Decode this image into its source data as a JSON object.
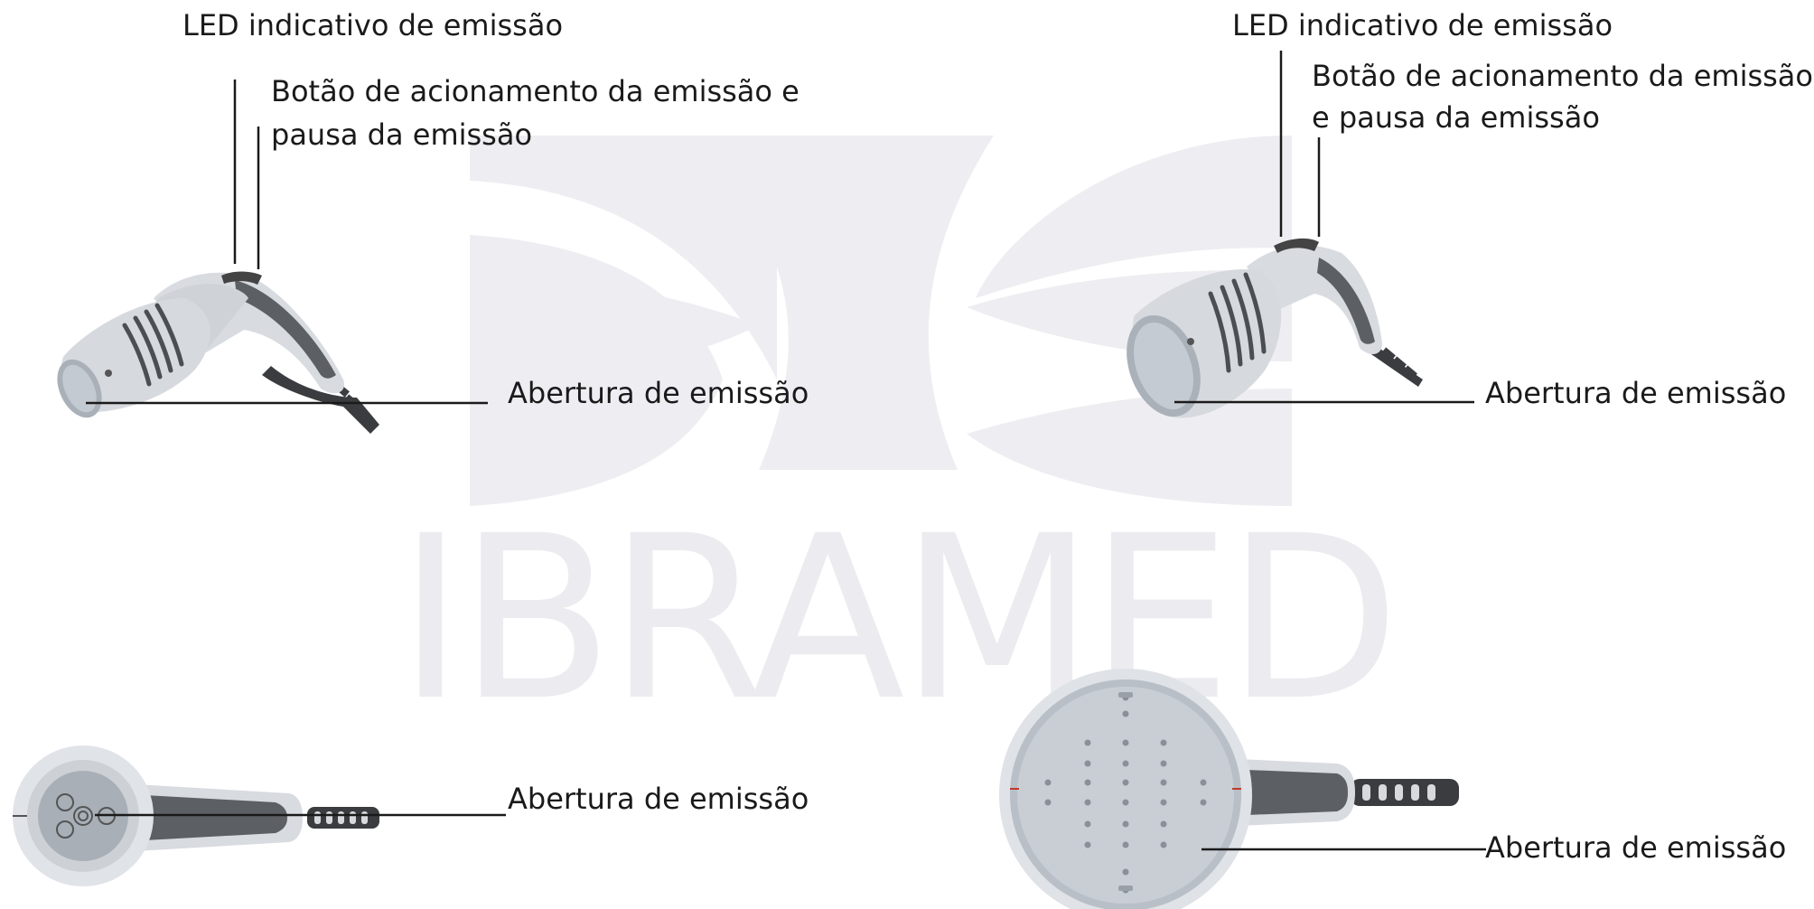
{
  "watermark": {
    "text": "IBRAMED"
  },
  "labels": {
    "tl_led": "LED indicativo de emissão",
    "tl_button_1": "Botão de acionamento da emissão e",
    "tl_button_2": "pausa da emissão",
    "tl_aperture": "Abertura de emissão",
    "tr_led": "LED indicativo de emissão",
    "tr_button_1": "Botão de acionamento da emissão",
    "tr_button_2": "e pausa da emissão",
    "tr_aperture": "Abertura de emissão",
    "bl_aperture": "Abertura de emissão",
    "br_aperture": "Abertura de emissão"
  },
  "colors": {
    "body_light": "#d6d9de",
    "body_dark": "#5c5f63",
    "cable": "#3a3c3f",
    "watermark": "#ececf0"
  }
}
